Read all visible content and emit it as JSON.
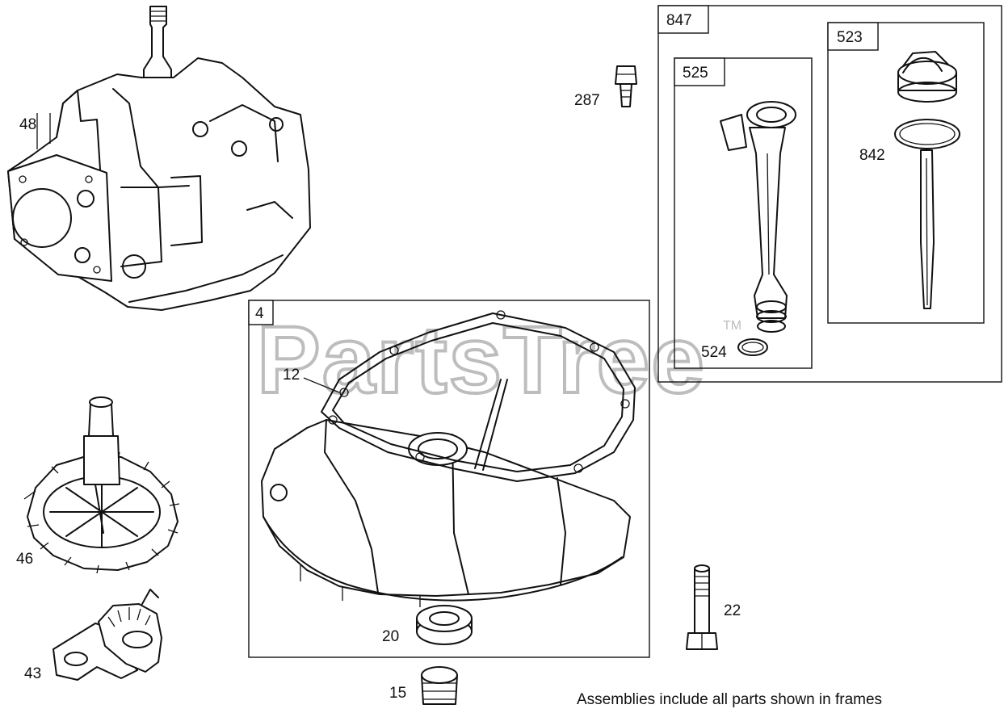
{
  "watermark": {
    "text": "PartsTree",
    "trademark": "TM"
  },
  "frames": {
    "sump_assembly": "4",
    "dipstick_kit": "847",
    "tube_assembly": "525",
    "dipstick_assembly": "523"
  },
  "callouts": {
    "p48": "48",
    "p287": "287",
    "p842": "842",
    "p524": "524",
    "p12": "12",
    "p46": "46",
    "p22": "22",
    "p20": "20",
    "p43": "43",
    "p15": "15"
  },
  "footer_note": "Assemblies include all parts shown in frames"
}
